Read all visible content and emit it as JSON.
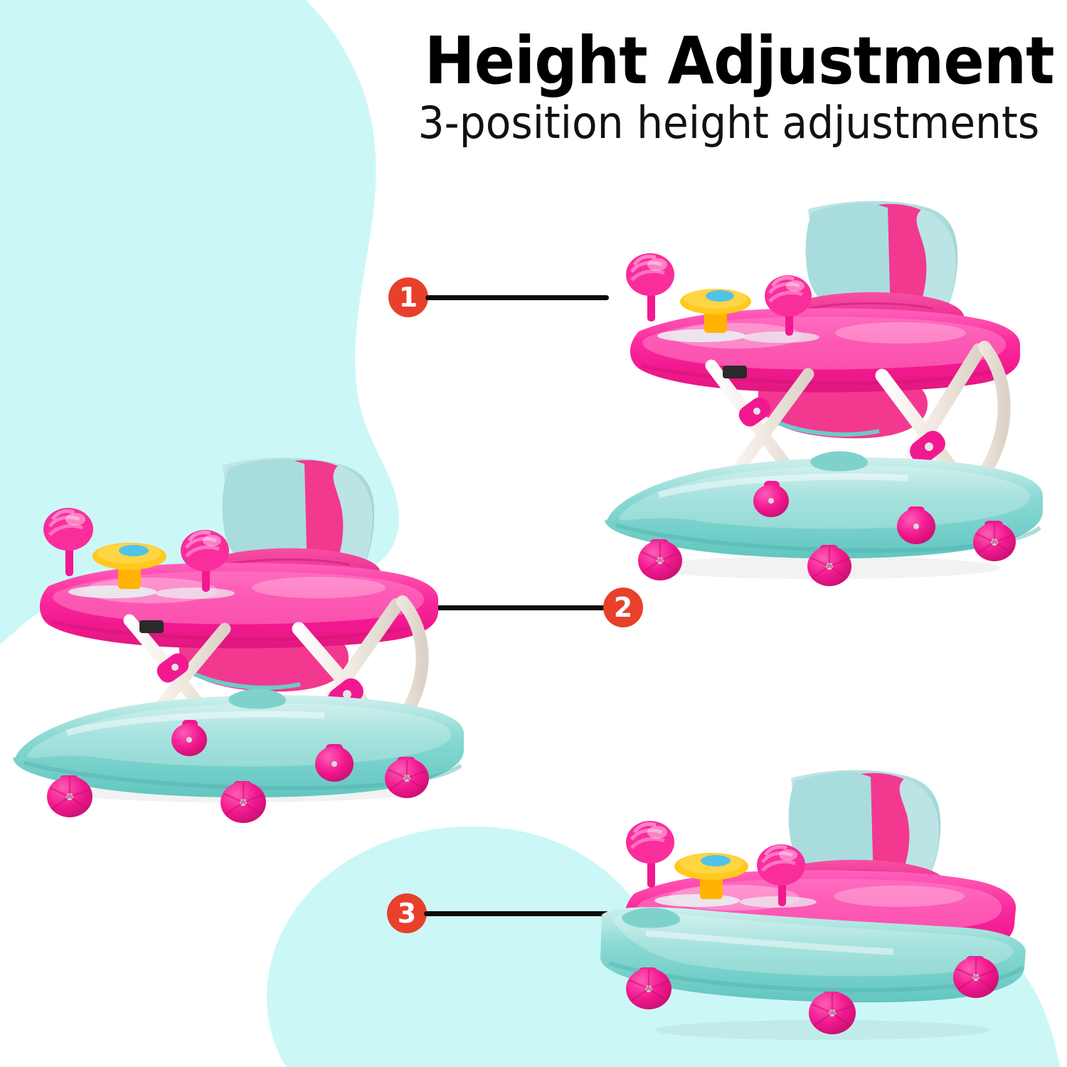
{
  "page": {
    "background_color": "#FFFFFF",
    "blob_color": "#CCF7F7",
    "product": "baby walker"
  },
  "header": {
    "title": "Height Adjustment",
    "subtitle": "3-position height adjustments"
  },
  "callouts": [
    {
      "number": "1",
      "label": "position-1-highest",
      "line_side": "right"
    },
    {
      "number": "2",
      "label": "position-2-middle",
      "line_side": "left"
    },
    {
      "number": "3",
      "label": "position-3-lowest",
      "line_side": "right"
    }
  ],
  "colors": {
    "marker_red": "#E8402B",
    "marker_text": "#FFFFFF",
    "line_black": "#0C0C0C",
    "blob_cyan": "#CCF7F7",
    "walker_pink": "#FA2D9D",
    "walker_pink_dark": "#E0187F",
    "walker_pink_light": "#FF6FC0",
    "walker_magenta_wheel": "#F2188F",
    "walker_teal": "#8AD9D4",
    "walker_teal_dark": "#5FC4BE",
    "walker_teal_light": "#BFECE9",
    "seat_mint": "#A9DDDD",
    "seat_pink": "#F2398F",
    "frame_white": "#F4EFE9",
    "toy_yellow": "#FFC91E",
    "toy_blue": "#4FC3E8",
    "hub_silver": "#D8D8D8"
  },
  "walkers": [
    {
      "name": "walker-position-1",
      "height_setting": "highest",
      "rattles": 2,
      "wheels": 4,
      "steering_wheel": true
    },
    {
      "name": "walker-position-2",
      "height_setting": "middle",
      "rattles": 2,
      "wheels": 4,
      "steering_wheel": true
    },
    {
      "name": "walker-position-3",
      "height_setting": "lowest",
      "rattles": 2,
      "wheels": 4,
      "steering_wheel": true
    }
  ]
}
